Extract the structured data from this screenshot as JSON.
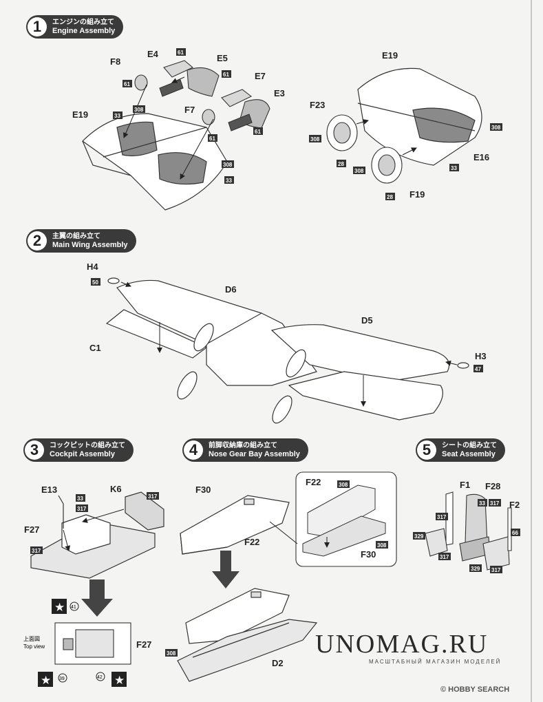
{
  "steps": [
    {
      "num": "1",
      "jp": "エンジンの組み立て",
      "en": "Engine Assembly"
    },
    {
      "num": "2",
      "jp": "主翼の組み立て",
      "en": "Main Wing Assembly"
    },
    {
      "num": "3",
      "jp": "コックピットの組み立て",
      "en": "Cockpit Assembly"
    },
    {
      "num": "4",
      "jp": "前脚収納庫の組み立て",
      "en": "Nose Gear Bay Assembly"
    },
    {
      "num": "5",
      "jp": "シートの組み立て",
      "en": "Seat Assembly"
    }
  ],
  "parts": {
    "F8": "F8",
    "E4": "E4",
    "E5": "E5",
    "E7": "E7",
    "E3": "E3",
    "F7": "F7",
    "E19a": "E19",
    "E19b": "E19",
    "F23": "F23",
    "E16": "E16",
    "F19": "F19",
    "H4": "H4",
    "D6": "D6",
    "C1": "C1",
    "D5": "D5",
    "H3": "H3",
    "E13": "E13",
    "K6": "K6",
    "F27a": "F27",
    "F27b": "F27",
    "F30a": "F30",
    "F22a": "F22",
    "F22b": "F22",
    "F30b": "F30",
    "D2": "D2",
    "F1": "F1",
    "F28": "F28",
    "F2": "F2"
  },
  "codes": {
    "c61a": "61",
    "c61b": "61",
    "c61c": "61",
    "c61d": "61",
    "c61e": "61",
    "c33a": "33",
    "c308a": "308",
    "c308b": "308",
    "c33b": "33",
    "c308c": "308",
    "c28a": "28",
    "c308d": "308",
    "c28b": "28",
    "c308e": "308",
    "c33c": "33",
    "c50": "50",
    "c47": "47",
    "c33d": "33",
    "c317a": "317",
    "c317b": "317",
    "c317c": "317",
    "c308f": "308",
    "c308g": "308",
    "c308h": "308",
    "c33e": "33",
    "c317d": "317",
    "c317e": "317",
    "c329a": "329",
    "c317f": "317",
    "c329b": "329",
    "c317g": "317",
    "c66": "66"
  },
  "circled": {
    "n41": "41",
    "n39": "39",
    "n42": "42"
  },
  "top_view": {
    "jp": "上面図",
    "en": "Top view"
  },
  "brand": {
    "name": "UNOMAG.RU",
    "tagline": "МАСШТАБНЫЙ МАГАЗИН МОДЕЛЕЙ"
  },
  "footer": {
    "watermark": "© HOBBY SEARCH"
  }
}
